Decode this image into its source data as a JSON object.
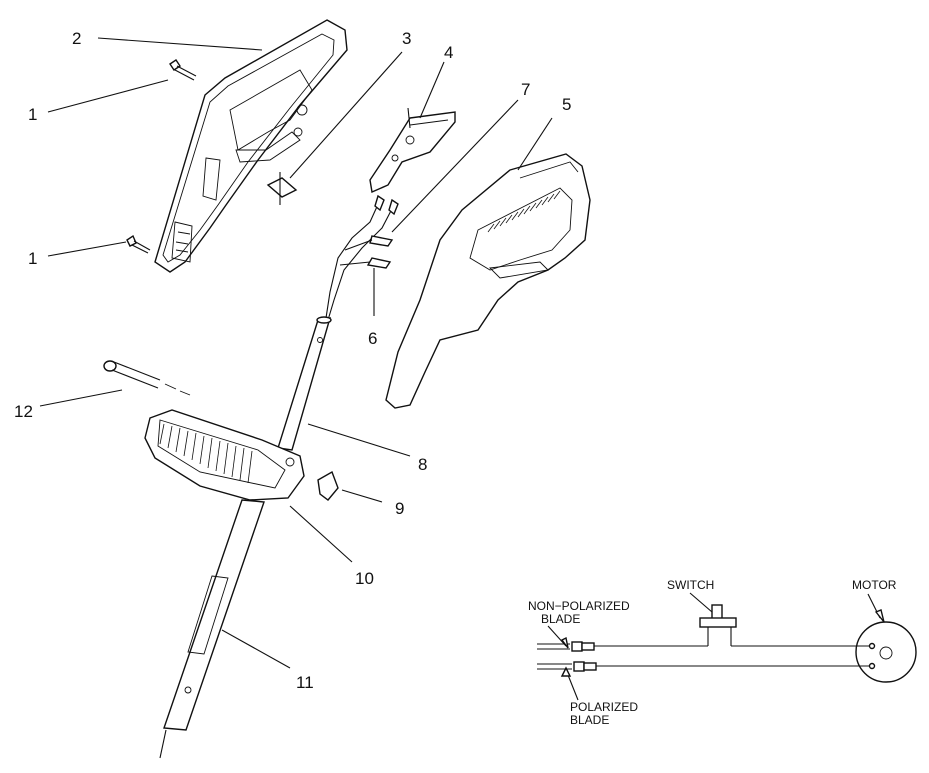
{
  "diagram": {
    "callouts": [
      {
        "id": "c1a",
        "text": "1"
      },
      {
        "id": "c1b",
        "text": "1"
      },
      {
        "id": "c2",
        "text": "2"
      },
      {
        "id": "c3",
        "text": "3"
      },
      {
        "id": "c4",
        "text": "4"
      },
      {
        "id": "c5",
        "text": "5"
      },
      {
        "id": "c6",
        "text": "6"
      },
      {
        "id": "c7",
        "text": "7"
      },
      {
        "id": "c8",
        "text": "8"
      },
      {
        "id": "c9",
        "text": "9"
      },
      {
        "id": "c10",
        "text": "10"
      },
      {
        "id": "c11",
        "text": "11"
      },
      {
        "id": "c12",
        "text": "12"
      }
    ],
    "wiring": {
      "switch_label": "SWITCH",
      "motor_label": "MOTOR",
      "non_polarized_line1": "NON−POLARIZED",
      "non_polarized_line2": "BLADE",
      "polarized_line1": "POLARIZED",
      "polarized_line2": "BLADE"
    }
  }
}
